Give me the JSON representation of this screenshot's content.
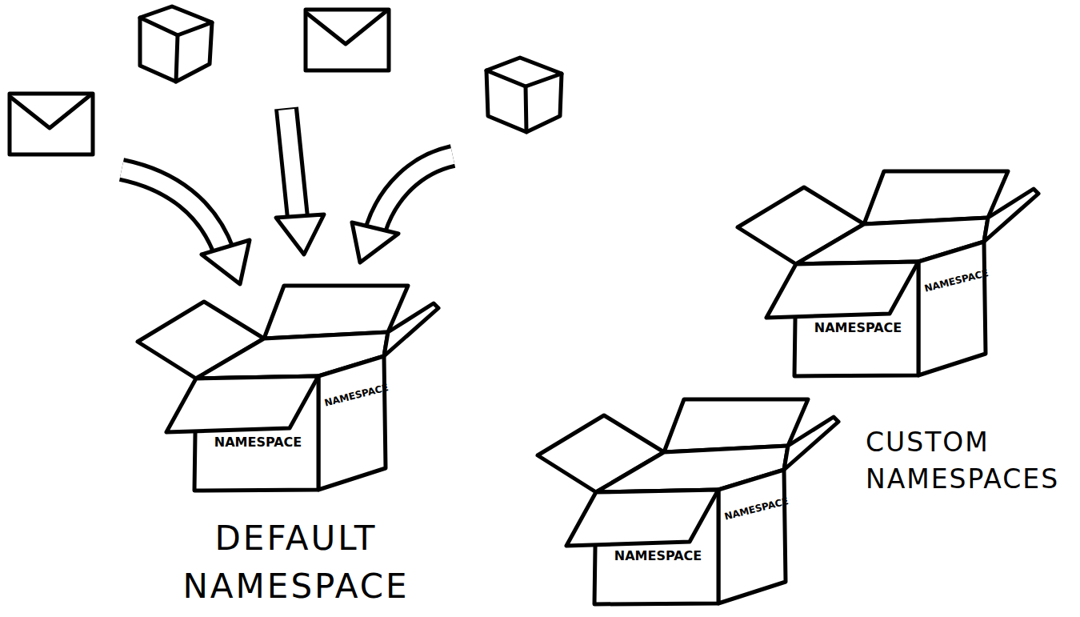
{
  "diagram": {
    "nodes": [
      {
        "text": [
          "NAMESPACE",
          "NAMESPACE",
          "DEFAULT NAMESPACE"
        ]
      },
      {
        "text": [
          "NAMESPACE",
          "NAMESPACE"
        ]
      },
      {
        "text": [
          "NAMESPACE",
          "NAMESPACE"
        ]
      }
    ],
    "labels": [
      "CUSTOM NAMESPACES"
    ]
  }
}
